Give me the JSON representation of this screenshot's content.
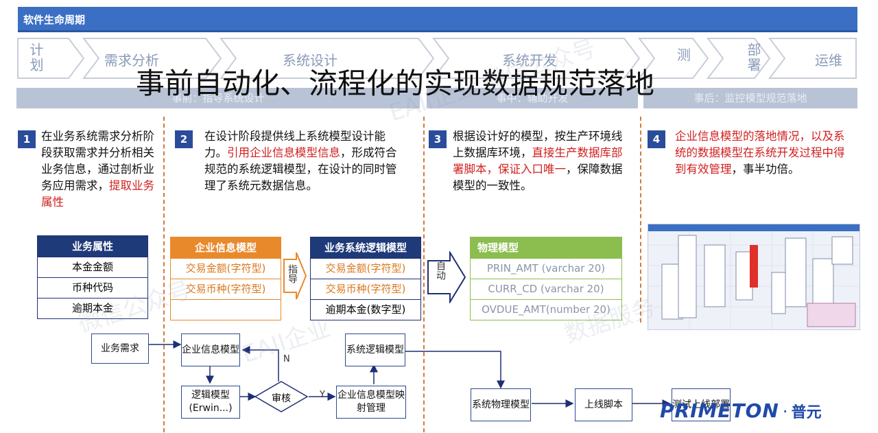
{
  "header": {
    "title": "软件生命周期"
  },
  "phases": [
    "计划",
    "需求分析",
    "系统设计",
    "系统开发",
    "测",
    "部署",
    "运维"
  ],
  "bands": [
    "事前：指导系统设计",
    "事中：辅助开发",
    "事后：监控模型规范落地"
  ],
  "headline": "事前自动化、流程化的实现数据规范落地",
  "steps": [
    {
      "num": "1",
      "text": "在业务系统需求分析阶段获取需求并分析相关业务信息，通过剖析业务应用需求，",
      "red": "提取业务属性",
      "tail": ""
    },
    {
      "num": "2",
      "text": "在设计阶段提供线上系统模型设计能力。",
      "red": "引用企业信息模型信息",
      "tail": "，形成符合规范的系统逻辑模型，在设计的同时管理了系统元数据信息。"
    },
    {
      "num": "3",
      "text": "根据设计好的模型，按生产环境线上数据库环境，",
      "red": "直接生产数据库部署脚本，保证入口唯一",
      "tail": "，保障数据模型的一致性。"
    },
    {
      "num": "4",
      "text": "",
      "red": "企业信息模型的落地情况，以及系统的数据模型在系统开发过程中得到有效管理",
      "tail": "，事半功倍。"
    }
  ],
  "tables": {
    "biz": {
      "header": "业务属性",
      "rows": [
        "本金金额",
        "币种代码",
        "逾期本金"
      ]
    },
    "ent": {
      "header": "企业信息模型",
      "rows": [
        "交易金额(字符型)",
        "交易币种(字符型)",
        ""
      ]
    },
    "logic": {
      "header": "业务系统逻辑模型",
      "rows": [
        "交易金额(字符型)",
        "交易币种(字符型)",
        "逾期本金(数字型)"
      ]
    },
    "phys": {
      "header": "物理模型",
      "rows": [
        "PRIN_AMT (varchar 20)",
        "CURR_CD (varchar 20)",
        "OVDUE_AMT(number 20)"
      ]
    }
  },
  "arrows": {
    "guide": "指导",
    "auto": "自动"
  },
  "flow": {
    "biz_req": "业务需求",
    "ent_model": "企业信息模型",
    "logic_model": "逻辑模型(Erwin...)",
    "review": "审核",
    "mapping": "企业信息模型映射管理",
    "sys_logic": "系统逻辑模型",
    "sys_phys": "系统物理模型",
    "release": "上线脚本",
    "deploy": "测试上线部署",
    "n_label": "N",
    "y_label": "Y"
  },
  "logo": {
    "brand": "PRIMETON",
    "dot": "·",
    "cn": "普元"
  },
  "watermarks": [
    "微信公众号",
    "EAII企业",
    "数据服务",
    "EAII企业 微信公众号"
  ],
  "colors": {
    "blue": "#2b4c9b",
    "navy": "#1f3a78",
    "orange": "#e8892c",
    "green": "#8bbd4f",
    "red": "#d21f1f"
  }
}
